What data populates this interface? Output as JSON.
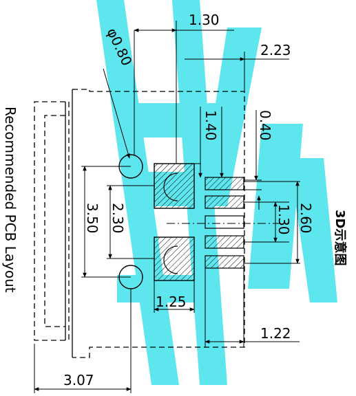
{
  "diagram": {
    "side_title": "Recommended PCB Layout",
    "badge": "3D示意图",
    "colors": {
      "line": "#000000",
      "watermark": "#5ee6ee",
      "background": "#ffffff"
    },
    "dimensions": {
      "d_130_top": "1.30",
      "d_223": "2.23",
      "d_phi": "φ0.80",
      "d_140": "1.40",
      "d_040": "0.40",
      "d_350": "3.50",
      "d_230": "2.30",
      "d_130_right": "1.30",
      "d_260": "2.60",
      "d_125": "1.25",
      "d_122": "1.22",
      "d_307": "3.07"
    }
  }
}
